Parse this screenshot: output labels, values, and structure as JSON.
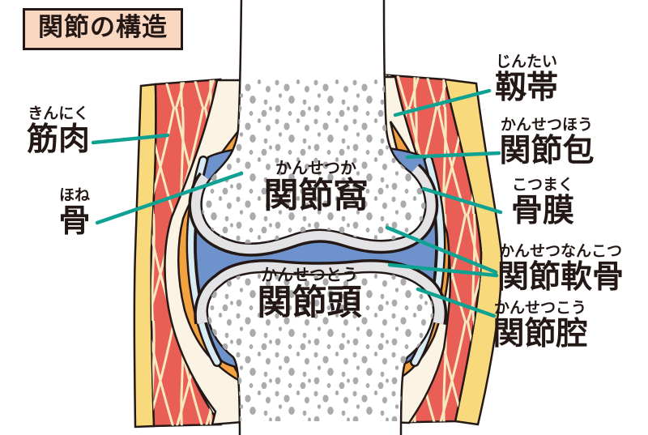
{
  "title": "関節の構造",
  "colors": {
    "background": "#FFFFFF",
    "text": "#231815",
    "outline": "#231815",
    "leader": "#0FA293",
    "title_bg": "#F9D7C1",
    "skin": "#F8DA7C",
    "muscle": "#EA5F55",
    "muscle_fiber": "#F6E9C0",
    "ligament": "#FBF3E3",
    "capsule": "#F2A241",
    "periosteum": "#D7ECF5",
    "cavity_fluid": "#6E93CC",
    "cartilage": "#E3E3E6",
    "bone": "#FFFFFF",
    "speckle": "#ABABAE"
  },
  "labels": {
    "muscle": {
      "furigana": "きんにく",
      "text": "筋肉"
    },
    "bone": {
      "furigana": "ほね",
      "text": "骨"
    },
    "ligament": {
      "furigana": "じんたい",
      "text": "靱帯"
    },
    "capsule": {
      "furigana": "かんせつほう",
      "text": "関節包"
    },
    "periosteum": {
      "furigana": "こつまく",
      "text": "骨膜"
    },
    "cartilage": {
      "furigana": "かんせつなんこつ",
      "text": "関節軟骨"
    },
    "cavity": {
      "furigana": "かんせつこう",
      "text": "関節腔"
    },
    "socket": {
      "furigana": "かんせつか",
      "text": "関節窩"
    },
    "head": {
      "furigana": "かんせつとう",
      "text": "関節頭"
    }
  }
}
